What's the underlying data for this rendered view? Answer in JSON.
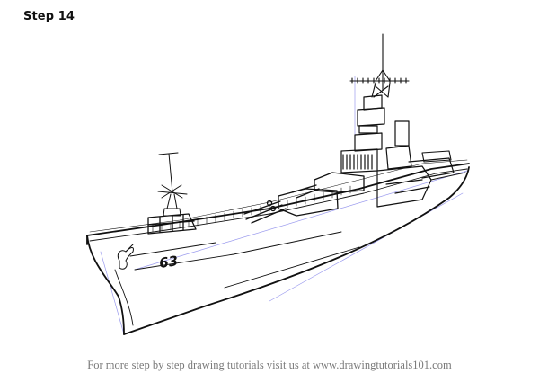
{
  "header": {
    "step_title": "Step 14"
  },
  "illustration": {
    "subject": "battleship line drawing",
    "hull_number": "63",
    "stroke_color": "#111111",
    "guide_line_color": "#8e8ee8"
  },
  "footer": {
    "text": "For more step by step drawing tutorials visit us at www.drawingtutorials101.com"
  }
}
